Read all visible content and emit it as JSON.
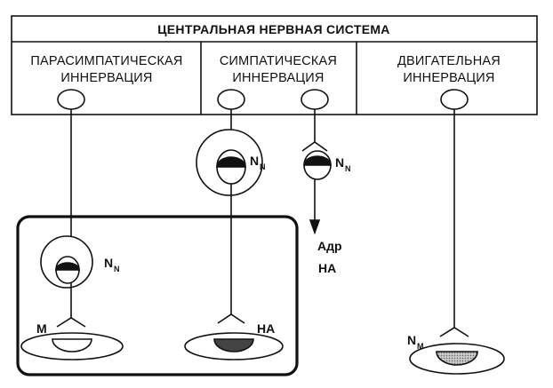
{
  "header": {
    "title": "ЦЕНТРАЛЬНАЯ НЕРВНАЯ СИСТЕМА"
  },
  "sections": [
    {
      "line1": "ПАРАСИМПАТИЧЕСКАЯ",
      "line2": "ИННЕРВАЦИЯ"
    },
    {
      "line1": "СИМПАТИЧЕСКАЯ",
      "line2": "ИННЕРВАЦИЯ"
    },
    {
      "line1": "ДВИГАТЕЛЬНАЯ",
      "line2": "ИННЕРВАЦИЯ"
    }
  ],
  "labels": {
    "para_ganglion_receptor": {
      "main": "N",
      "sub": "N"
    },
    "symp_ganglion_receptor": {
      "main": "N",
      "sub": "N"
    },
    "adrenal_receptor": {
      "main": "N",
      "sub": "N"
    },
    "motor_receptor": {
      "main": "N",
      "sub": "M"
    },
    "para_target_receptor": "М",
    "symp_target_receptor": "НА",
    "adrenal_out_1": "Адр",
    "adrenal_out_2": "НА"
  },
  "colors": {
    "line": "#111111",
    "dark_receptor": "#222222",
    "na_receptor": "#444444",
    "motor_receptor": "#a8a8a8"
  }
}
